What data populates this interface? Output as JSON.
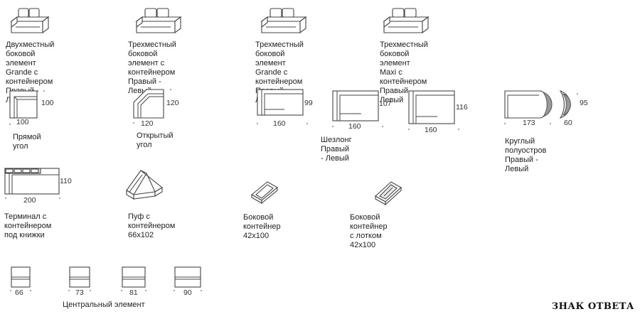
{
  "items": {
    "sofa_double_grande": {
      "label": "Двухместный боковой\nэлемент Grande с\nконтейнером\nПравый - Левый"
    },
    "sofa_triple_side": {
      "label": "Трехместный\nбоковой элемент с\nконтейнером\nПравый - Левый"
    },
    "sofa_triple_grande": {
      "label": "Трехместный боковой\nэлемент Grande с\nконтейнером\nПравый - Левый"
    },
    "sofa_triple_maxi": {
      "label": "Трехместный\nбоковой элемент\nMaxi с контейнером\nПравый - Левый"
    },
    "corner_straight": {
      "label": "Прямой угол",
      "w": "100",
      "d": "100"
    },
    "corner_open": {
      "label": "Открытый угол",
      "w": "120",
      "d": "120"
    },
    "chaise_99": {
      "w": "160",
      "d": "99"
    },
    "chaise_107": {
      "w": "160",
      "d": "107",
      "label": "Шезлонг\nПравый - Левый"
    },
    "chaise_116": {
      "w": "160",
      "d": "116"
    },
    "round_half": {
      "w": "173",
      "w2": "60",
      "d": "95",
      "label": "Круглый полуостров\nПравый - Левый"
    },
    "terminal": {
      "w": "200",
      "d": "110",
      "label": "Терминал с контейнером\nпод книжки"
    },
    "pouf": {
      "label": "Пуф с\nконтейнером\n66x102"
    },
    "side_container": {
      "label": "Боковой контейнер\n42x100"
    },
    "side_container_tray": {
      "label": "Боковой контейнер с лотком\n42x100"
    },
    "central": {
      "label": "Центральный элемент",
      "sizes": [
        "66",
        "73",
        "81",
        "90"
      ]
    }
  },
  "brand": "ЗНАК ОТВЕТА"
}
